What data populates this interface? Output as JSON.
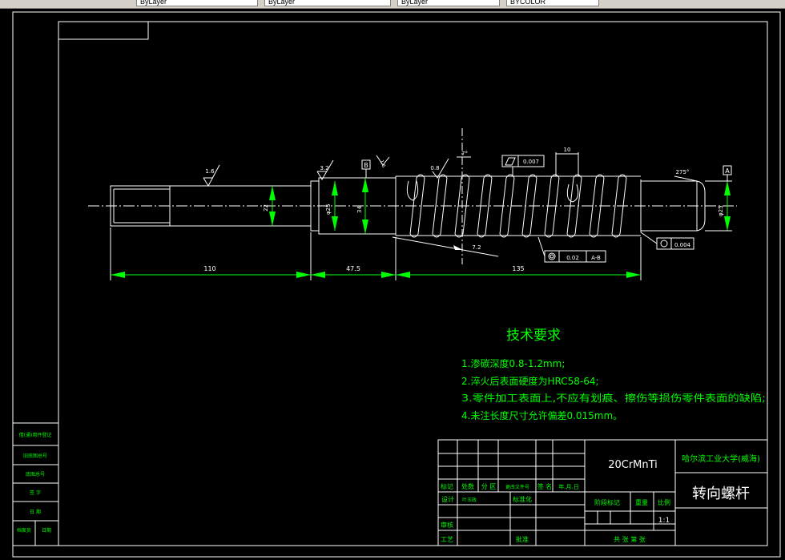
{
  "toolbar": {
    "boxes": [
      "ByLayer",
      "ByLayer",
      "ByLayer",
      "BYCOLOR"
    ]
  },
  "colors": {
    "background": "#000000",
    "lines": "#ffffff",
    "dimensions": "#00ff00",
    "text": "#00ff00"
  },
  "drawing": {
    "dims": {
      "d110": "110",
      "d47": "47.5",
      "d135": "135",
      "d10": "10"
    },
    "roughness": {
      "r1": "1.6",
      "r2": "3.2",
      "r3": "1.6",
      "r4": "0.8"
    },
    "angles": {
      "a7": "7°",
      "a275": "275°",
      "lead": "7.2"
    },
    "diameters": {
      "d1": "22",
      "d2": "φ25",
      "d3": "34",
      "d4": "φ25"
    },
    "tolerances": {
      "t1": "0.007",
      "t2": "0.02",
      "t2b": "A-B",
      "t3": "0.004"
    },
    "datums": {
      "b": "B",
      "a": "A"
    }
  },
  "tech": {
    "title": "技术要求",
    "items": [
      "1.渗碳深度0.8-1.2mm;",
      "2.淬火后表面硬度为HRC58-64;",
      "3.零件加工表面上,不应有划痕、擦伤等损伤零件表面的缺陷;",
      "4.未注长度尺寸允许偏差0.015mm。"
    ]
  },
  "titleblock": {
    "material": "20CrMnTi",
    "school": "哈尔滨工业大学(威海)",
    "part": "转向螺杆",
    "scale": "1:1",
    "h_mark": "标记",
    "h_count": "处数",
    "h_zone": "分 区",
    "h_doc": "更改文件号",
    "h_sign": "签 名",
    "h_date": "年.月.日",
    "design": "设计",
    "designer": "叶玉政",
    "std": "标准化",
    "stage": "阶段标记",
    "weight": "重量",
    "ratio": "比例",
    "review": "审核",
    "process": "工艺",
    "approve": "批准",
    "sheets": "共  张 第  张"
  },
  "sidebar": [
    "借(通)用件登记",
    "旧底图总号",
    "底图总号",
    "签 字",
    "日 期",
    "档案员",
    "日期"
  ]
}
